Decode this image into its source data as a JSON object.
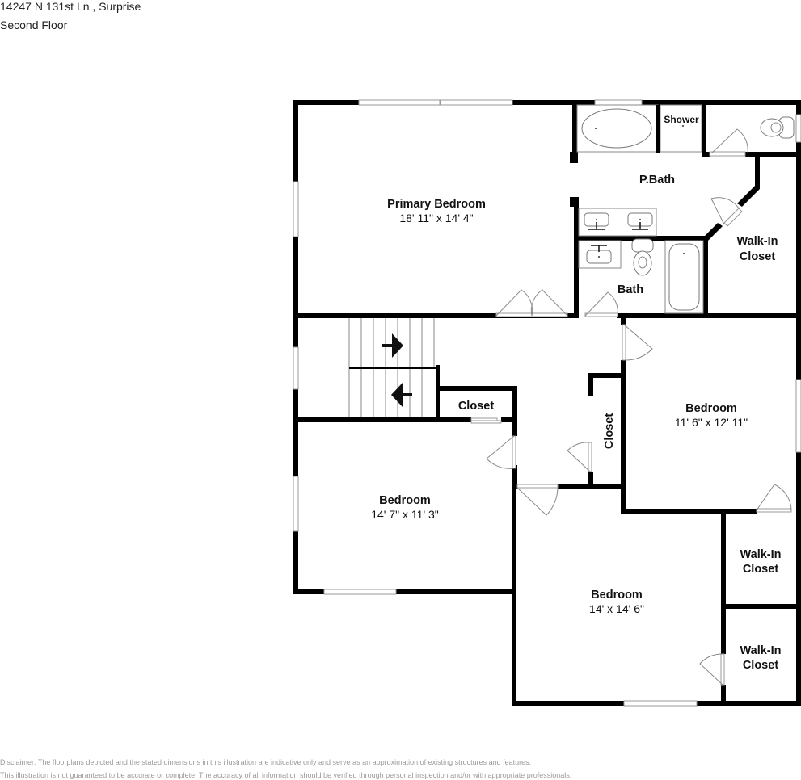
{
  "header": {
    "address": "14247 N 131st Ln , Surprise",
    "floor": "Second Floor"
  },
  "rooms": {
    "primary_bedroom": {
      "name": "Primary Bedroom",
      "dims": "18' 11\" x 14' 4\""
    },
    "p_bath": {
      "name": "P.Bath"
    },
    "shower": {
      "name": "Shower"
    },
    "walkin_closet_primary": {
      "name_line1": "Walk-In",
      "name_line2": "Closet"
    },
    "bath": {
      "name": "Bath"
    },
    "bedroom_east": {
      "name": "Bedroom",
      "dims": "11' 6\" x 12' 11\""
    },
    "bedroom_west": {
      "name": "Bedroom",
      "dims": "14' 7\" x 11' 3\""
    },
    "bedroom_south": {
      "name": "Bedroom",
      "dims": "14' x 14' 6\""
    },
    "closet_hall": {
      "name": "Closet"
    },
    "closet_vertical": {
      "name": "Closet"
    },
    "walkin_closet_a": {
      "name_line1": "Walk-In",
      "name_line2": "Closet"
    },
    "walkin_closet_b": {
      "name_line1": "Walk-In",
      "name_line2": "Closet"
    }
  },
  "icons": {
    "stairs_up": "arrow-right",
    "stairs_down": "arrow-left"
  },
  "disclaimer": {
    "line1": "Disclaimer: The floorplans depicted and the stated dimensions in this illustration are indicative only and serve as an approximation of existing structures and features.",
    "line2": "This illustration is not guaranteed to be accurate or complete. The accuracy of all information should be verified through personal inspection and/or with appropriate professionals."
  }
}
